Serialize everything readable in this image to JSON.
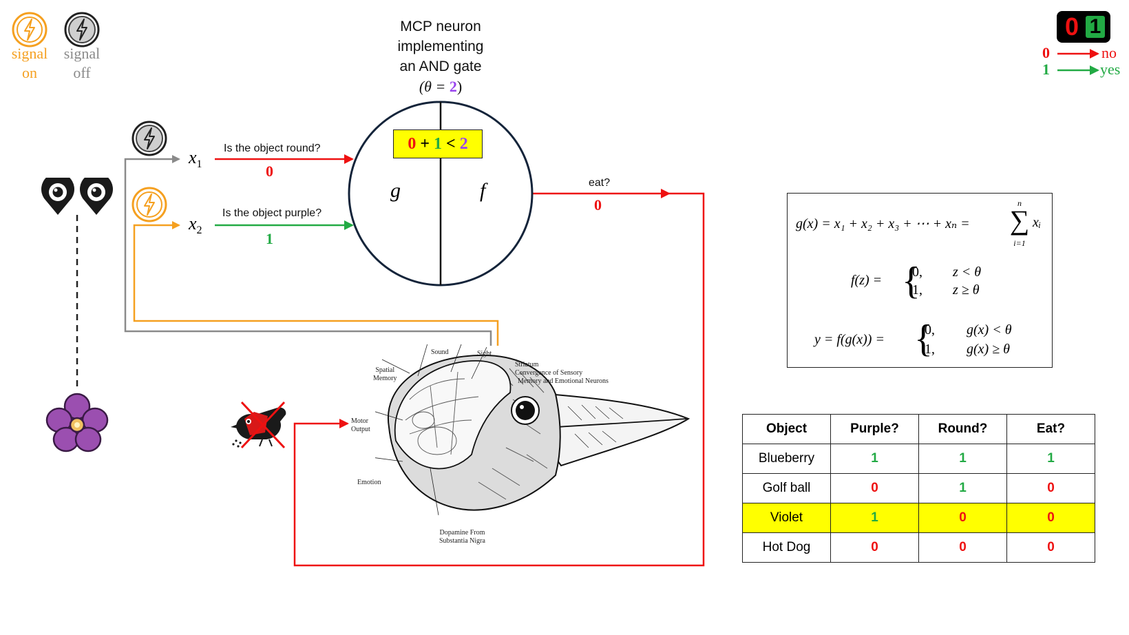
{
  "legend": {
    "signal_on": [
      "signal",
      "on"
    ],
    "signal_off": [
      "signal",
      "off"
    ],
    "bits": {
      "zero": "0",
      "one": "1",
      "no": "no",
      "yes": "yes"
    }
  },
  "neuron": {
    "title": [
      "MCP neuron",
      "implementing",
      "an AND gate"
    ],
    "theta_prefix": "(θ = ",
    "theta_value": "2",
    "theta_suffix": ")",
    "inequality": {
      "a": "0",
      "plus": "+",
      "b": "1",
      "lt": "<",
      "c": "2"
    },
    "g_label": "g",
    "f_label": "f"
  },
  "inputs": [
    {
      "var": "x",
      "sub": "1",
      "question": "Is the object round?",
      "value": "0",
      "signal": "off"
    },
    {
      "var": "x",
      "sub": "2",
      "question": "Is the object purple?",
      "value": "1",
      "signal": "on"
    }
  ],
  "output": {
    "question": "eat?",
    "value": "0"
  },
  "brain_labels": {
    "sound": "Sound",
    "sight": "Sight",
    "spatial_memory": [
      "Spatial",
      "Memory"
    ],
    "striatum": [
      "Striatum",
      "Convergence of Sensory",
      "Memory and Emotional Neurons"
    ],
    "motor_output": [
      "Motor",
      "Output"
    ],
    "emotion": "Emotion",
    "dopamine": [
      "Dopamine From",
      "Substantia Nigra"
    ]
  },
  "formulas": {
    "g": "g(x) = x₁ + x₂ + x₃ + ⋯ + xₙ = ",
    "sum_top": "n",
    "sum_sign": "∑",
    "sum_bottom": "i=1",
    "sum_term": "xᵢ",
    "f_lhs": "f(z) = ",
    "f_cases": [
      [
        "0,",
        "z < θ"
      ],
      [
        "1,",
        "z ≥ θ"
      ]
    ],
    "y_lhs": "y = f(g(x)) = ",
    "y_cases": [
      [
        "0,",
        "g(x) < θ"
      ],
      [
        "1,",
        "g(x) ≥ θ"
      ]
    ]
  },
  "table": {
    "headers": [
      "Object",
      "Purple?",
      "Round?",
      "Eat?"
    ],
    "rows": [
      [
        "Blueberry",
        "1",
        "1",
        "1"
      ],
      [
        "Golf ball",
        "0",
        "1",
        "0"
      ],
      [
        "Violet",
        "1",
        "0",
        "0"
      ],
      [
        "Hot Dog",
        "0",
        "0",
        "0"
      ]
    ],
    "highlight_row": 2
  },
  "colors": {
    "on": "#f5a020",
    "off": "#8a8a8a",
    "zero": "#ee1111",
    "one": "#22aa44",
    "theta": "#9944ee",
    "highlight": "#ffff00",
    "violet": "#9b4fb0"
  }
}
